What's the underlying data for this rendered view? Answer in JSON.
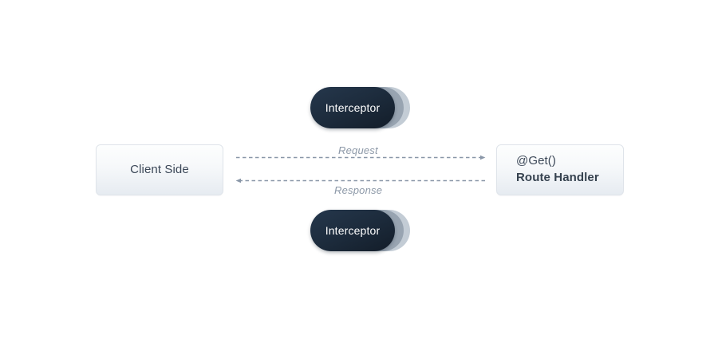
{
  "diagram": {
    "title": "NestJS Interceptor request/response flow",
    "background": "#ffffff",
    "nodes": {
      "client": {
        "name": "client-side-box",
        "label": "Client Side"
      },
      "route_handler": {
        "name": "route-handler-box",
        "decorator": "@Get()",
        "label": "Route Handler"
      },
      "interceptor_top": {
        "name": "interceptor-top",
        "label": "Interceptor",
        "stack_layers": 3
      },
      "interceptor_bottom": {
        "name": "interceptor-bottom",
        "label": "Interceptor",
        "stack_layers": 3
      }
    },
    "flows": [
      {
        "id": "request",
        "label": "Request",
        "direction": "left-to-right",
        "style": "dashed",
        "label_position": "above"
      },
      {
        "id": "response",
        "label": "Response",
        "direction": "right-to-left",
        "style": "dashed",
        "label_position": "below"
      }
    ],
    "colors": {
      "pill_dark": "#1d2c3d",
      "pill_stack_mid": "#98a4b1",
      "pill_stack_light": "#c3ccd5",
      "box_border": "#dfe4ea",
      "box_fill_top": "#fdfefe",
      "box_fill_bottom": "#e6ebf1",
      "text_dark": "#3b4757",
      "text_muted": "#8d99a8",
      "arrow": "#8a97a8"
    }
  }
}
